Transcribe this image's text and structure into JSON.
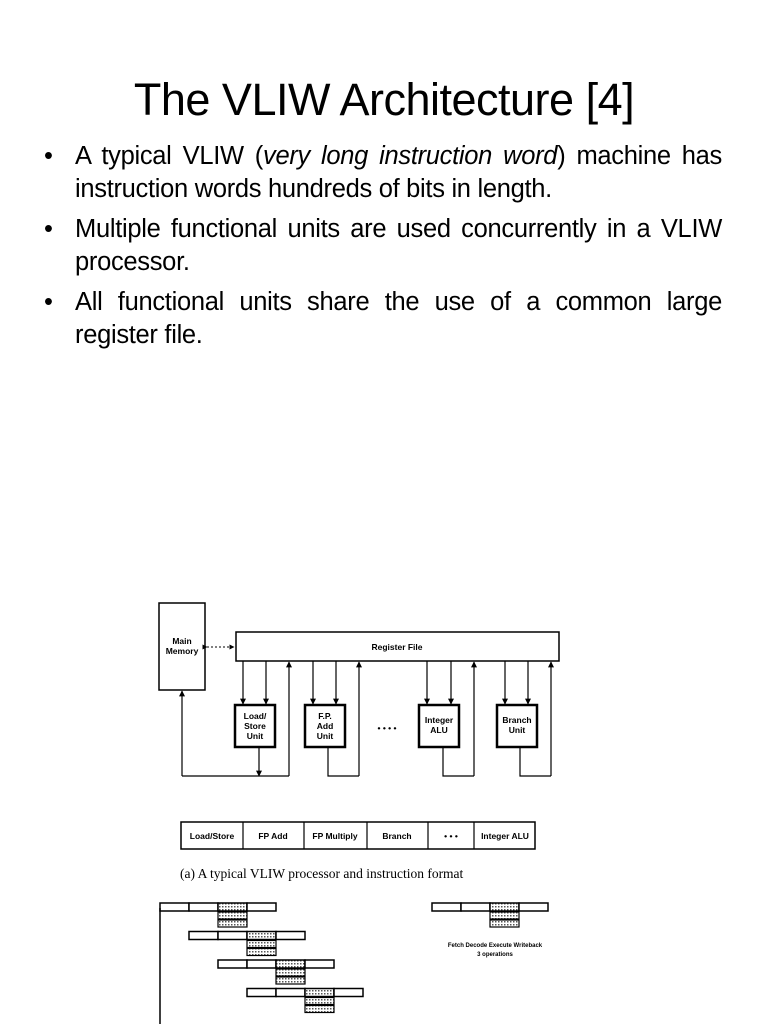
{
  "slide": {
    "title": "The VLIW Architecture [4]",
    "bullets": [
      {
        "bullet_glyph": "•",
        "pre": "A typical VLIW (",
        "italic": "very long instruction word",
        "post": ") machine has instruction words hundreds of bits in length."
      },
      {
        "bullet_glyph": "•",
        "text": "Multiple functional units are used concurrently in a VLIW processor."
      },
      {
        "bullet_glyph": "•",
        "text": "All functional units share the use of a common large register file."
      }
    ]
  },
  "figure": {
    "processor": {
      "main_memory": [
        "Main",
        "Memory"
      ],
      "register_file": "Register File",
      "units": [
        {
          "lines": [
            "Load/",
            "Store",
            "Unit"
          ]
        },
        {
          "lines": [
            "F.P.",
            "Add",
            "Unit"
          ]
        },
        {
          "lines": [
            "Integer",
            "ALU"
          ]
        },
        {
          "lines": [
            "Branch",
            "Unit"
          ]
        }
      ],
      "ellipsis": "• • • •"
    },
    "instruction_format": [
      "Load/Store",
      "FP Add",
      "FP Multiply",
      "Branch",
      "• • •",
      "Integer ALU"
    ],
    "caption_a": "(a) A typical VLIW processor and instruction format",
    "pipeline_legend": {
      "stages": "Fetch  Decode  Execute  Writeback",
      "note": "3 operations"
    }
  }
}
